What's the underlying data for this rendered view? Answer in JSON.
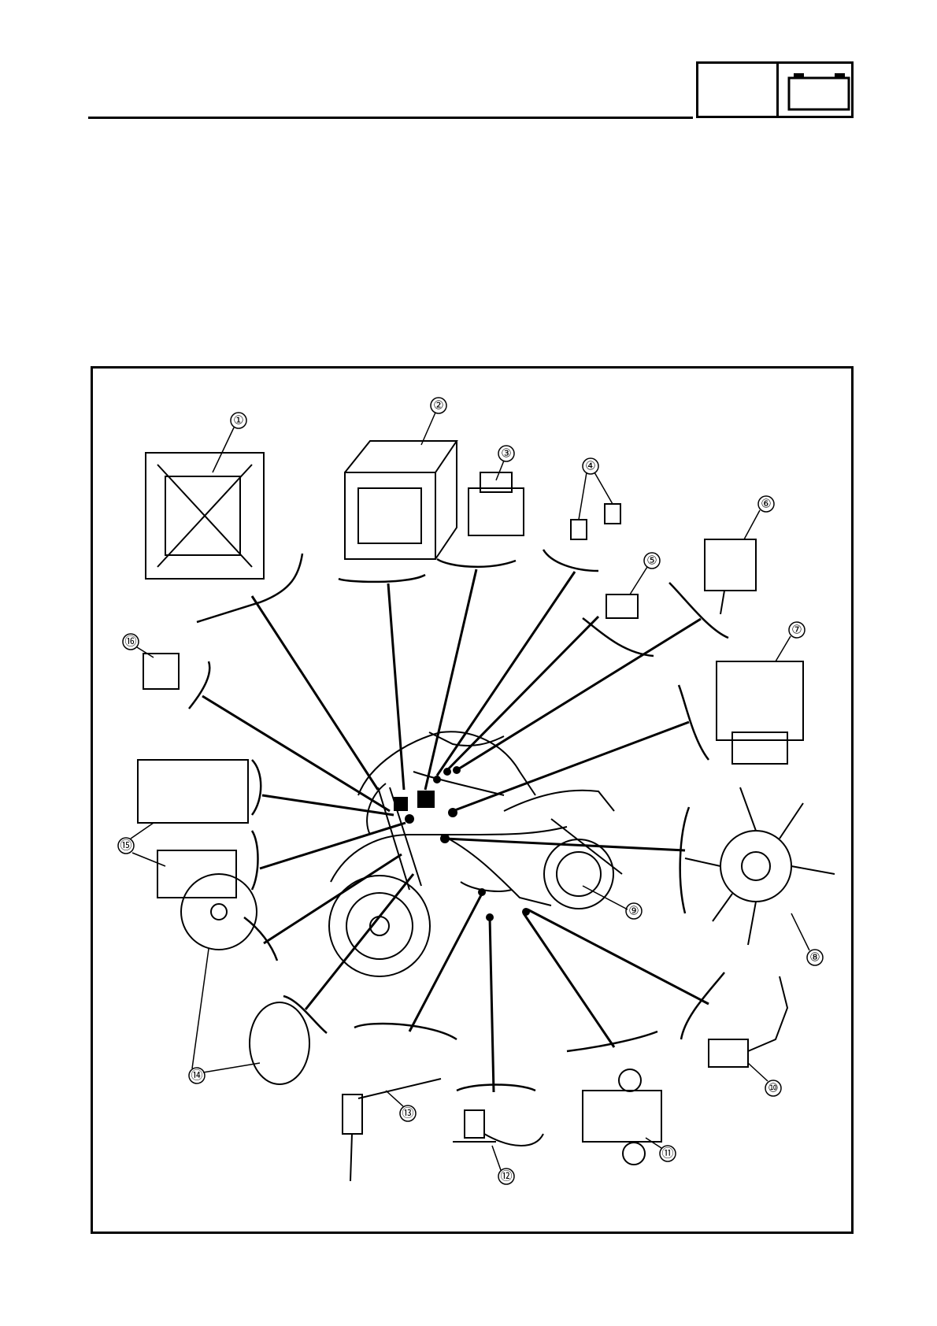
{
  "header": {
    "section_icon": "battery-icon",
    "section_code": ""
  },
  "diagram": {
    "callouts": [
      {
        "label": "①",
        "part_icon": "starter-relay-bracket-icon"
      },
      {
        "label": "②",
        "part_icon": "battery-icon"
      },
      {
        "label": "③",
        "part_icon": "starter-relay-icon"
      },
      {
        "label": "④",
        "part_icon": "fuse-icon"
      },
      {
        "label": "⑤",
        "part_icon": "brake-switch-icon"
      },
      {
        "label": "⑥",
        "part_icon": "clutch-switch-icon"
      },
      {
        "label": "⑦",
        "part_icon": "rectifier-regulator-icon"
      },
      {
        "label": "⑧",
        "part_icon": "radiator-fan-icon"
      },
      {
        "label": "⑨",
        "part_icon": "wire-harness-icon"
      },
      {
        "label": "⑩",
        "part_icon": "thermo-unit-icon"
      },
      {
        "label": "⑪",
        "part_icon": "pickup-coil-icon"
      },
      {
        "label": "⑫",
        "part_icon": "oil-level-switch-icon"
      },
      {
        "label": "⑬",
        "part_icon": "speed-sensor-icon"
      },
      {
        "label": "⑭",
        "part_icon": "horn-icon"
      },
      {
        "label": "⑮",
        "part_icon": "ignitor-unit-icon"
      },
      {
        "label": "⑯",
        "part_icon": "relay-icon"
      }
    ]
  }
}
